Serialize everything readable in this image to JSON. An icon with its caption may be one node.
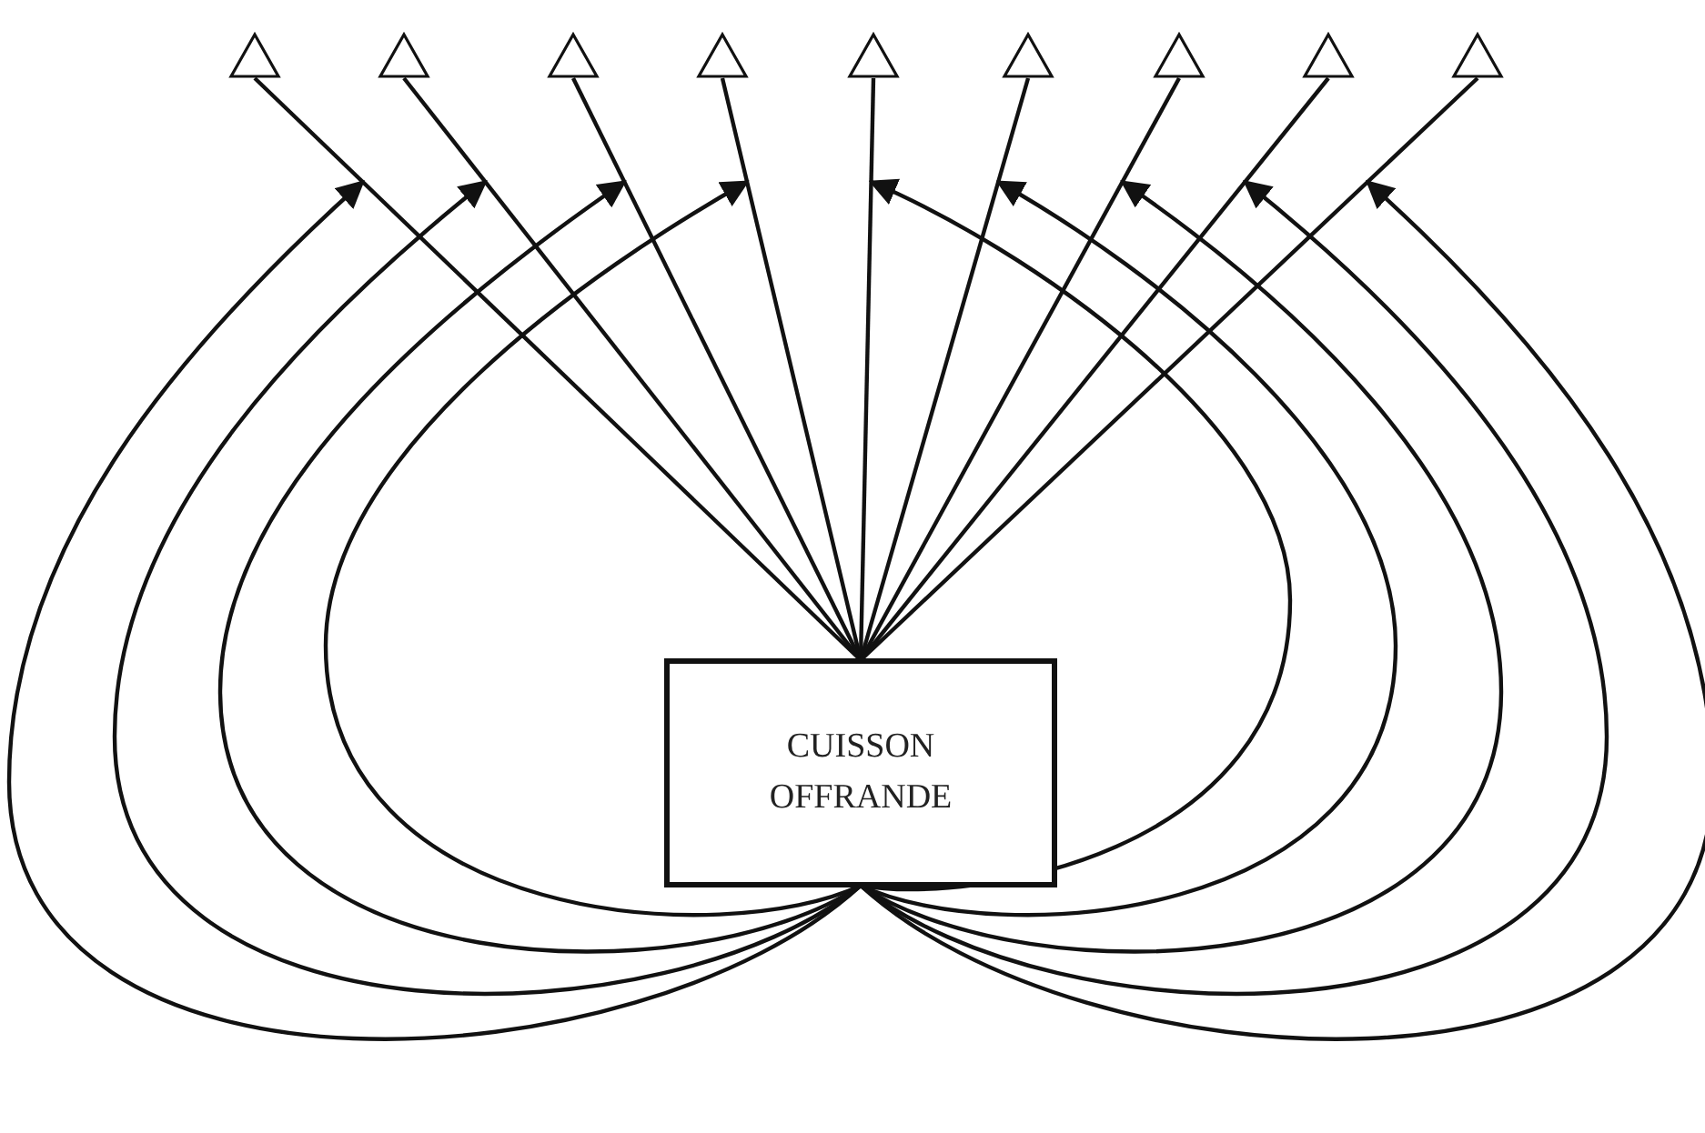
{
  "diagram": {
    "nodes": [
      {
        "text": [],
        "shape": "triangle"
      },
      {
        "text": [],
        "shape": "triangle"
      },
      {
        "text": [],
        "shape": "triangle"
      },
      {
        "text": [],
        "shape": "triangle"
      },
      {
        "text": [],
        "shape": "triangle"
      },
      {
        "text": [],
        "shape": "triangle"
      },
      {
        "text": [],
        "shape": "triangle"
      },
      {
        "text": [],
        "shape": "triangle"
      },
      {
        "text": [],
        "shape": "triangle"
      },
      {
        "text": [
          "CUISSON OFFRANDE"
        ]
      }
    ],
    "edges": [
      {
        "from": 9,
        "to": 0,
        "arrow": "none"
      },
      {
        "from": 9,
        "to": 1,
        "arrow": "none"
      },
      {
        "from": 9,
        "to": 2,
        "arrow": "none"
      },
      {
        "from": 9,
        "to": 3,
        "arrow": "none"
      },
      {
        "from": 9,
        "to": 4,
        "arrow": "none"
      },
      {
        "from": 9,
        "to": 5,
        "arrow": "none"
      },
      {
        "from": 9,
        "to": 6,
        "arrow": "none"
      },
      {
        "from": 9,
        "to": 7,
        "arrow": "none"
      },
      {
        "from": 9,
        "to": 8,
        "arrow": "none"
      },
      {
        "from": 9,
        "to": null,
        "arrow": "to"
      },
      {
        "from": 9,
        "to": null,
        "arrow": "to"
      },
      {
        "from": 9,
        "to": null,
        "arrow": "to"
      },
      {
        "from": 9,
        "to": null,
        "arrow": "to"
      },
      {
        "from": 9,
        "to": null,
        "arrow": "to"
      },
      {
        "from": 9,
        "to": null,
        "arrow": "to"
      },
      {
        "from": 9,
        "to": null,
        "arrow": "to"
      },
      {
        "from": 9,
        "to": null,
        "arrow": "to"
      },
      {
        "from": 9,
        "to": null,
        "arrow": "to"
      }
    ]
  }
}
